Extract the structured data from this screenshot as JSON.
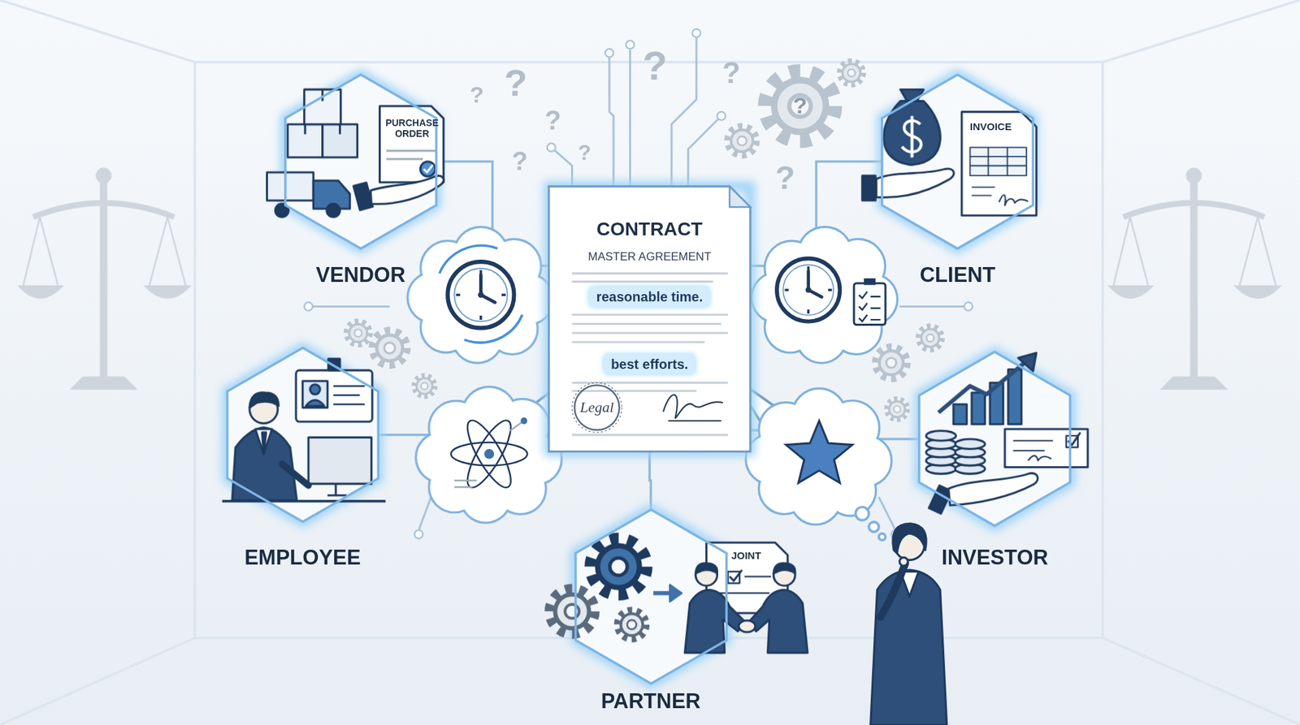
{
  "diagram": {
    "nodes": [
      {
        "text": [
          "VENDOR"
        ]
      },
      {
        "text": [
          "CONTRACT",
          "MASTER AGREEMENT",
          "reasonable time.",
          "best efforts."
        ]
      },
      {
        "text": [
          "CLIENT"
        ]
      },
      {
        "text": [
          "EMPLOYEE"
        ]
      },
      {
        "text": [
          "INVESTOR"
        ]
      },
      {
        "text": [
          "PARTNER"
        ]
      }
    ],
    "edges": [
      {
        "from": 0,
        "to": 1,
        "arrow": "none"
      },
      {
        "from": 2,
        "to": 1,
        "arrow": "none"
      },
      {
        "from": 3,
        "to": 1,
        "arrow": "none"
      },
      {
        "from": 4,
        "to": 1,
        "arrow": "none"
      },
      {
        "from": 5,
        "to": 1,
        "arrow": "none"
      }
    ],
    "labels": [
      "?",
      "?",
      "?",
      "?",
      "?",
      "?",
      "?",
      "?",
      "?",
      "PURCHASE ORDER",
      "INVOICE",
      "Legal",
      "JOINT"
    ]
  }
}
